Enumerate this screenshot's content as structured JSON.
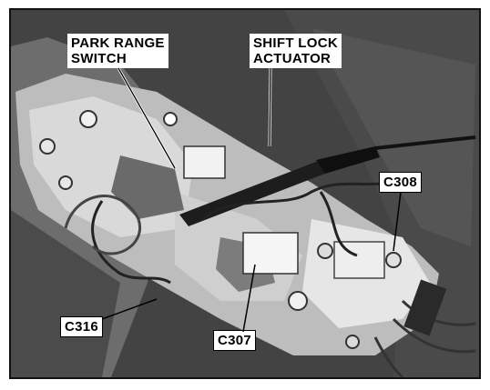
{
  "labels": {
    "park_range_switch": [
      "PARK RANGE",
      "SWITCH"
    ],
    "shift_lock_actuator": [
      "SHIFT LOCK",
      "ACTUATOR"
    ],
    "c308": "C308",
    "c316": "C316",
    "c307": "C307"
  },
  "colors": {
    "frame_border": "#111111",
    "label_background": "#ffffff",
    "label_text": "#000000"
  }
}
